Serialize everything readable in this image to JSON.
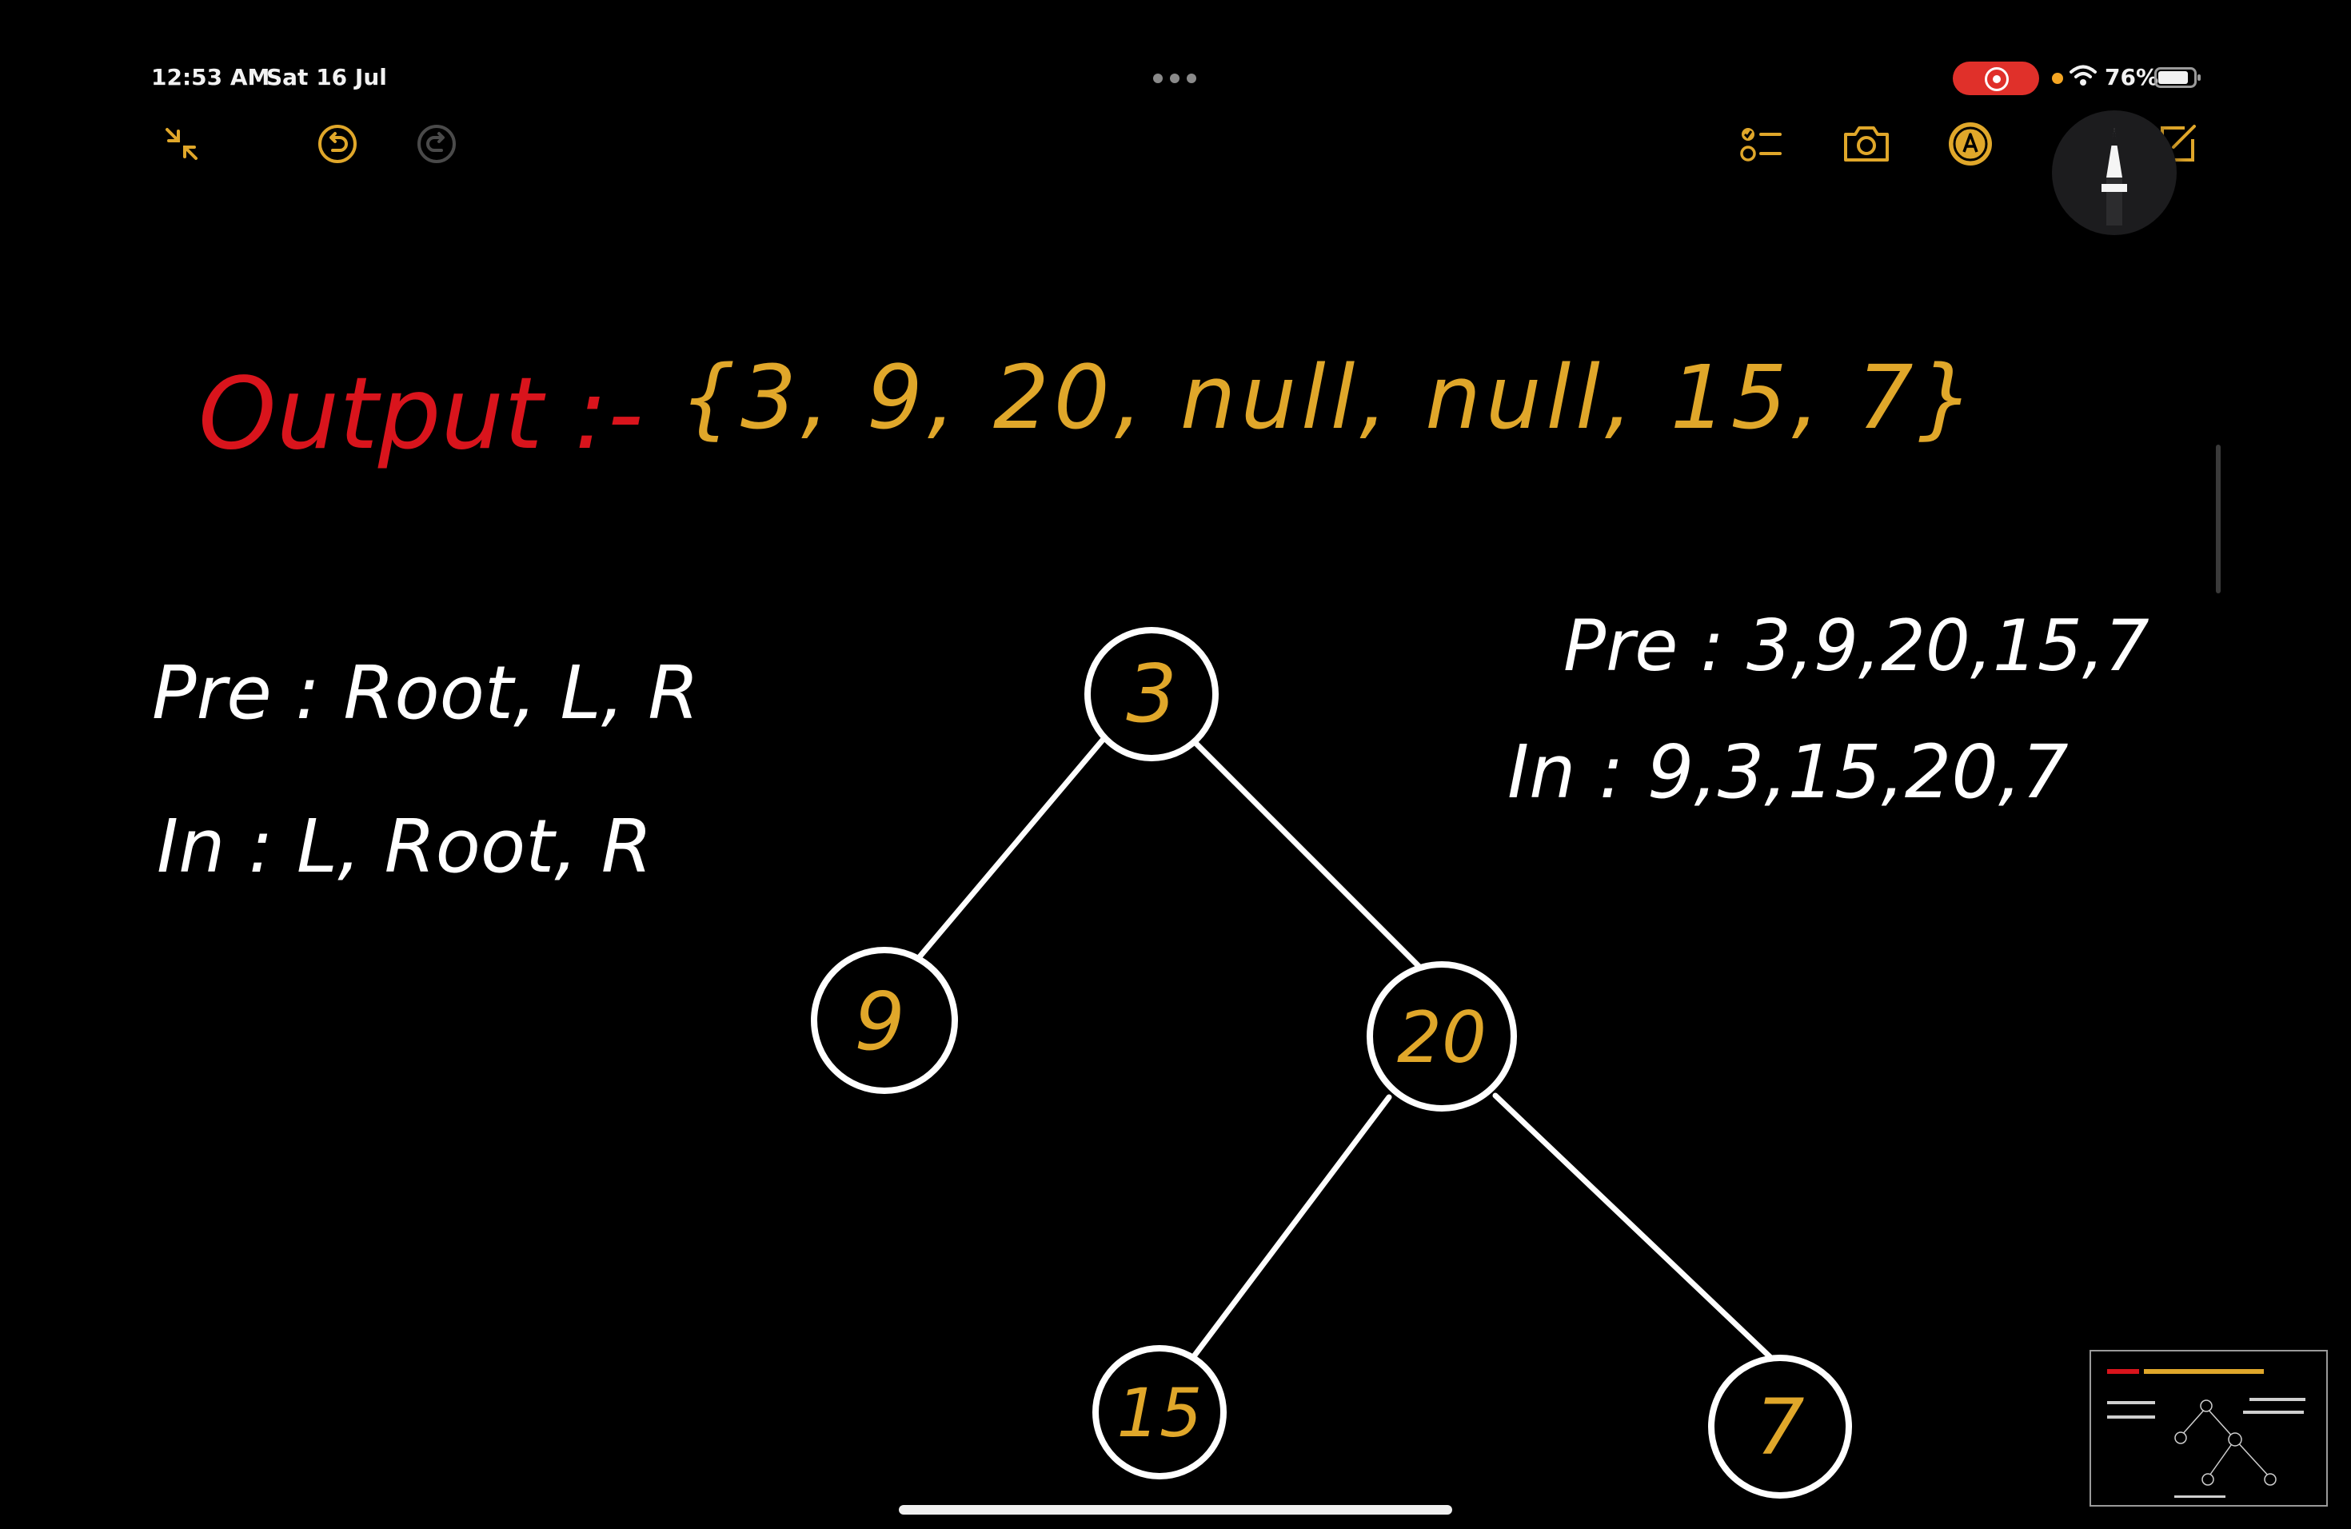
{
  "status_bar": {
    "time": "12:53 AM",
    "date": "Sat 16 Jul",
    "battery": "76%"
  },
  "colors": {
    "background": "#000000",
    "accent_yellow": "#e0a72a",
    "ink_red": "#d9141c",
    "ink_white": "#ffffff",
    "record_red": "#e0302a",
    "mic_orange": "#f5a623"
  },
  "toolbar": {
    "left": [
      "collapse-icon",
      "undo-icon",
      "redo-icon"
    ],
    "right": [
      "checklist-icon",
      "camera-icon",
      "markup-icon",
      "new-note-icon"
    ]
  },
  "note": {
    "output_label": "Output :-",
    "output_values": "{3, 9, 20, null, null, 15, 7}",
    "pre_rule": "Pre : Root, L, R",
    "in_rule": "In : L, Root, R",
    "pre_seq": "Pre : 3,9,20,15,7",
    "in_seq": "In : 9,3,15,20,7"
  },
  "tree": {
    "nodes": [
      "3",
      "9",
      "20",
      "15",
      "7"
    ]
  }
}
